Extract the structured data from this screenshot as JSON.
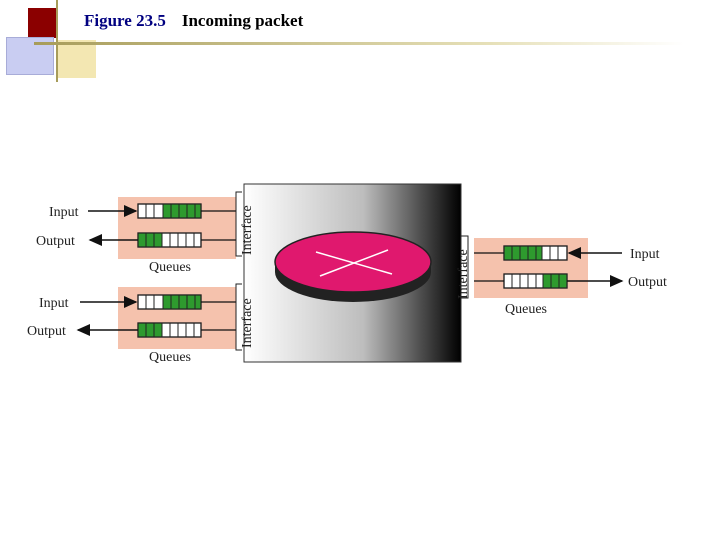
{
  "slide": {
    "figure_number": "Figure 23.5",
    "figure_title": "Incoming packet"
  },
  "diagram": {
    "left_top": {
      "input_label": "Input",
      "output_label": "Output",
      "queues_label": "Queues",
      "interface_label": "Interface"
    },
    "left_bottom": {
      "input_label": "Input",
      "output_label": "Output",
      "queues_label": "Queues",
      "interface_label": "Interface"
    },
    "right": {
      "input_label": "Input",
      "output_label": "Output",
      "queues_label": "Queues",
      "interface_label": "Interface"
    }
  },
  "colors": {
    "queue_fill": "#2e9a2e",
    "queue_bg": "#f5c2ad",
    "router": "#e0186e",
    "title_accent": "#000080"
  }
}
